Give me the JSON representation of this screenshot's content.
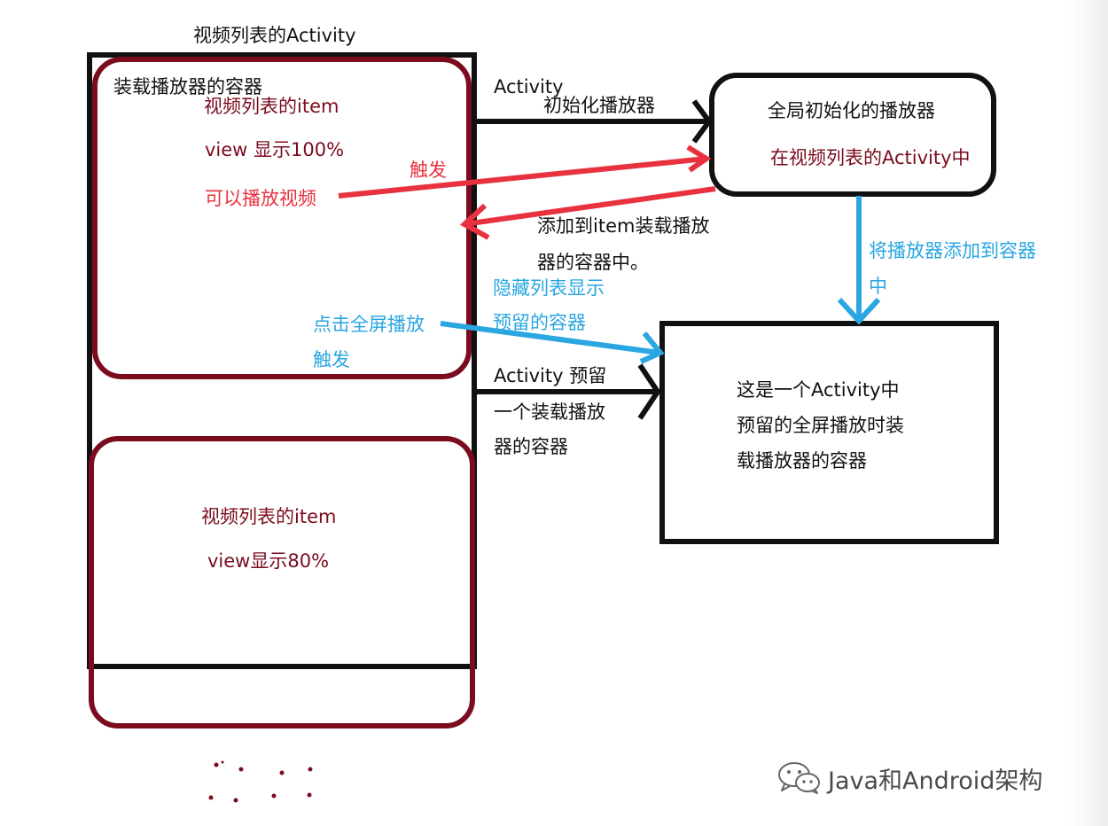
{
  "labels": {
    "activity_title": "视频列表的Activity",
    "container_label": "装载播放器的容器",
    "item1_line1": "视频列表的item",
    "item1_line2": "view 显示100%",
    "item1_line3": "可以播放视频",
    "trigger_red": "触发",
    "arrow_init_line1": "Activity",
    "arrow_init_line2": "初始化播放器",
    "player_box_line1": "全局初始化的播放器",
    "player_box_line2": "在视频列表的Activity中",
    "add_to_item_line1": "添加到item装载播放",
    "add_to_item_line2": "器的容器中。",
    "add_player_line1": "将播放器添加到容器",
    "add_player_line2": "中",
    "hide_list_line1": "隐藏列表显示",
    "hide_list_line2": "预留的容器",
    "fullscreen_click": "点击全屏播放",
    "trigger_blue": "触发",
    "reserve_line1": "Activity 预留",
    "reserve_line2": "一个装载播放",
    "reserve_line3": "器的容器",
    "fullscreen_box_line1": "这是一个Activity中",
    "fullscreen_box_line2": "预留的全屏播放时装",
    "fullscreen_box_line3": "载播放器的容器",
    "item2_line1": "视频列表的item",
    "item2_line2": "view显示80%"
  },
  "watermark": {
    "text": "Java和Android架构",
    "icon": "wechat-icon"
  },
  "colors": {
    "black": "#111111",
    "maroon": "#7a0c1e",
    "red": "#e8323f",
    "blue": "#2aa6e0"
  }
}
